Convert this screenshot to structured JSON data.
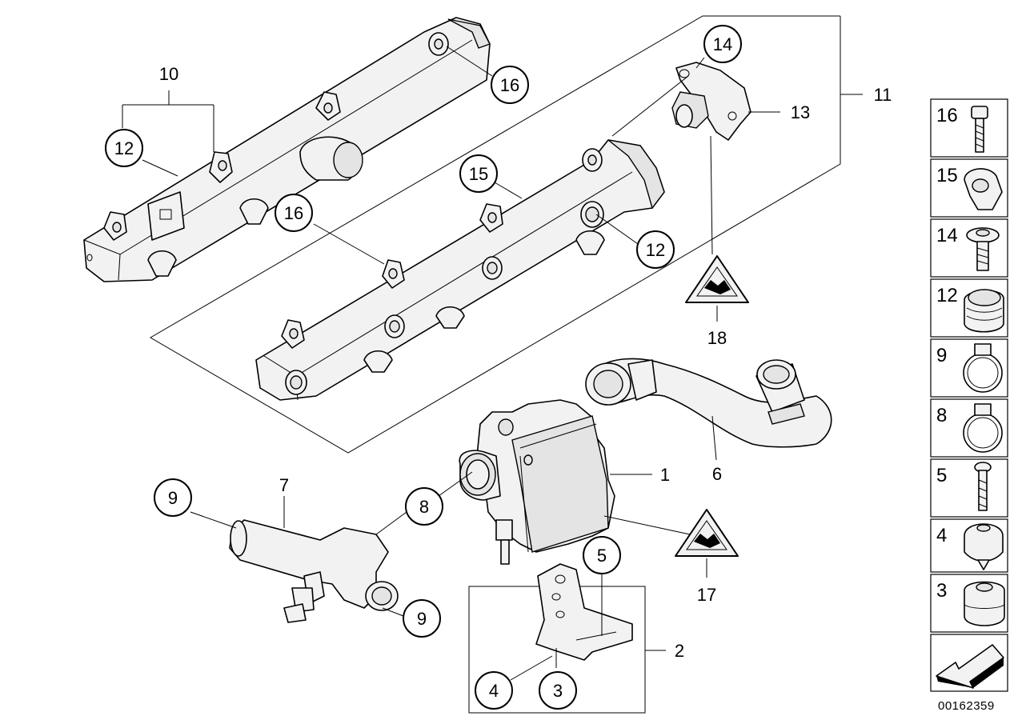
{
  "diagram": {
    "callouts": {
      "c16a": "16",
      "c12a": "12",
      "c14": "14",
      "c15": "15",
      "c16b": "16",
      "c12b": "12",
      "c9a": "9",
      "c8": "8",
      "c5": "5",
      "c9b": "9",
      "c4": "4",
      "c3": "3"
    },
    "plain_labels": {
      "p10": "10",
      "p11": "11",
      "p13": "13",
      "p18": "18",
      "p1": "1",
      "p6": "6",
      "p7": "7",
      "p17": "17",
      "p2": "2"
    },
    "warning_triangles": [
      "18",
      "17"
    ],
    "side_panel": {
      "items": [
        {
          "num": "16",
          "icon": "bolt-icon"
        },
        {
          "num": "15",
          "icon": "clip-icon"
        },
        {
          "num": "14",
          "icon": "screw-icon"
        },
        {
          "num": "12",
          "icon": "plug-icon"
        },
        {
          "num": "9",
          "icon": "hose-clamp-icon"
        },
        {
          "num": "8",
          "icon": "hose-clamp-icon"
        },
        {
          "num": "5",
          "icon": "bolt-icon"
        },
        {
          "num": "4",
          "icon": "rubber-buffer-icon"
        },
        {
          "num": "3",
          "icon": "rubber-mount-icon"
        },
        {
          "num": "",
          "icon": "arrow-icon"
        }
      ]
    },
    "reference_number": "00162359"
  }
}
